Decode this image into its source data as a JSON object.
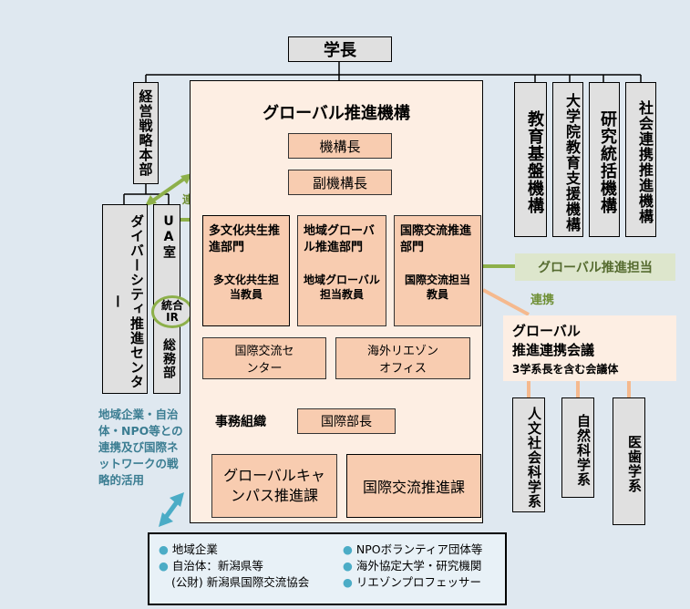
{
  "president": "学長",
  "left_col": {
    "strategy": "経営戦略本部",
    "diversity": "ダイバーシティ推進センター",
    "ua": "UA室",
    "ir_circle": "統合IR",
    "general": "総務部"
  },
  "renkei_top": "連携",
  "global_org": {
    "title": "グローバル推進機構",
    "chief": "機構長",
    "vice_chief": "副機構長",
    "dept1_title": "多文化共生推進部門",
    "dept1_staff": "多文化共生担当教員",
    "dept2_title": "地域グローバル推進部門",
    "dept2_staff": "地域グローバル担当教員",
    "dept3_title": "国際交流推進部門",
    "dept3_staff": "国際交流担当教員",
    "center": "国際交流センター",
    "office": "海外リエゾンオフィス",
    "admin_label": "事務組織",
    "intl_director": "国際部長",
    "campus_div": "グローバルキャンパス推進課",
    "exchange_div": "国際交流推進課"
  },
  "right_top": [
    "教育基盤機構",
    "大学院教育支援機構",
    "研究統括機構",
    "社会連携推進機構"
  ],
  "global_officer": "グローバル推進担当",
  "renkei_right": "連携",
  "council": {
    "line1": "グローバル",
    "line2": "推進連携会議",
    "line3": "3学系長を含む会議体"
  },
  "faculties": [
    "人文社会科学系",
    "自然科学系",
    "医歯学系"
  ],
  "strategy_note": "地域企業・自治体・NPO等との連携及び国際ネットワークの戦略的活用",
  "partners_left": [
    "地域企業",
    "自治体：新潟県等",
    "(公財) 新潟県国際交流協会"
  ],
  "partners_right": [
    "NPOボランティア団体等",
    "海外協定大学・研究機関",
    "リエゾンプロフェッサー"
  ],
  "colors": {
    "background": "#dfe8f0",
    "grey_box": "#e0e0e0",
    "peach": "#f8ccb0",
    "light_peach": "#fdeee3",
    "green": "#8db04a",
    "orange_line": "#f5b98e",
    "teal_text": "#3b7d92",
    "arrow_blue": "#4bacc6"
  }
}
